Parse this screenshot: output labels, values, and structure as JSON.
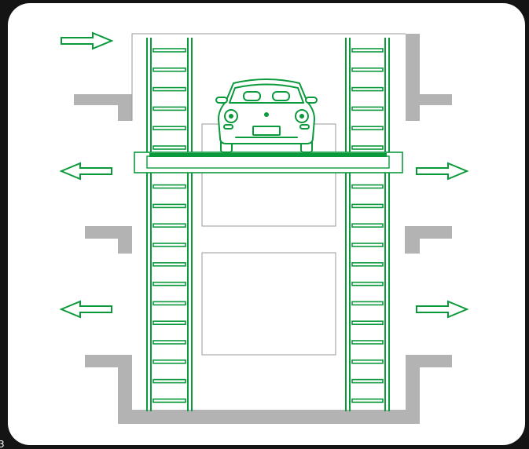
{
  "diagram": {
    "title": "",
    "colors": {
      "background": "#141414",
      "panel": "#ffffff",
      "accent": "#0a9a3c",
      "wall": "#b3b3b3",
      "outline": "#9a9a9a"
    },
    "icons": [
      "arrow-right-icon",
      "arrow-left-icon",
      "car-icon",
      "ladder-rail-icon",
      "lift-platform-icon"
    ],
    "arrows": [
      {
        "name": "entry-arrow-top-left",
        "direction": "right"
      },
      {
        "name": "exit-arrow-left-upper",
        "direction": "left"
      },
      {
        "name": "exit-arrow-right-upper",
        "direction": "right"
      },
      {
        "name": "exit-arrow-left-lower",
        "direction": "left"
      },
      {
        "name": "exit-arrow-right-lower",
        "direction": "right"
      }
    ],
    "rails": {
      "count": 2,
      "rungs_per_rail": 19
    },
    "platform": {
      "vehicle": "car-icon",
      "level": "top"
    },
    "corner_text": "3"
  }
}
